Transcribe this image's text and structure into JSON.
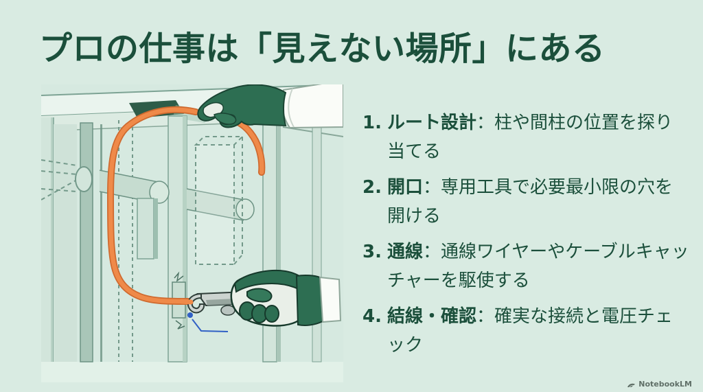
{
  "slide": {
    "title": "プロの仕事は「見えない場所」にある"
  },
  "steps": [
    {
      "number": "1.",
      "term": "ルート設計",
      "separator": "：",
      "description": "柱や間柱の位置を探り当てる"
    },
    {
      "number": "2.",
      "term": "開口",
      "separator": "：",
      "description": "専用工具で必要最小限の穴を開ける"
    },
    {
      "number": "3.",
      "term": "通線",
      "separator": "：",
      "description": "通線ワイヤーやケーブルキャッチャーを駆使する"
    },
    {
      "number": "4.",
      "term": "結線・確認",
      "separator": "：",
      "description": "確実な接続と電圧チェック"
    }
  ],
  "watermark": {
    "label": "NotebookLM"
  },
  "colors": {
    "bg": "#d9ebe2",
    "ink": "#1b4f3b",
    "cable": "#ef8a49",
    "glove": "#2d6e52",
    "tool": "#ccd4d0",
    "button_red": "#c13a2a",
    "callout_blue": "#3060c5",
    "frame_line": "#7da394",
    "watermark": "#4a5a52"
  }
}
